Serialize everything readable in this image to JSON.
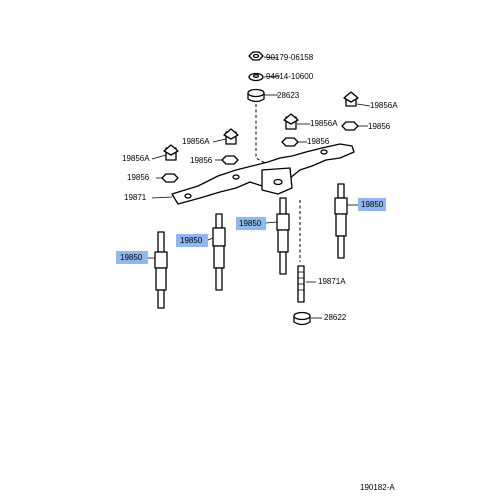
{
  "callouts": {
    "nut_90179": "90179-06158",
    "washer_94614": "94614-10600",
    "insulator_28623": "28623",
    "bolt_19856a_right": "19856A",
    "nut_19856_right": "19856",
    "bolt_19856a_mid": "19856A",
    "washer_19856_mid": "19856",
    "bolt_19856a_left": "19856A",
    "nut_19856_center": "19856",
    "bolt_19856a_farleft": "19856A",
    "nut_19856_farleft": "19856",
    "busbar_19871": "19871",
    "stud_19871a": "19871A",
    "nut_28622": "28622",
    "plug_19850_1": "19850",
    "plug_19850_2": "19850",
    "plug_19850_3": "19850",
    "plug_19850_4": "19850"
  },
  "diagram_id": "190182-A",
  "colors": {
    "highlight": "#8fb8f0",
    "ink": "#000000",
    "background": "#ffffff"
  }
}
